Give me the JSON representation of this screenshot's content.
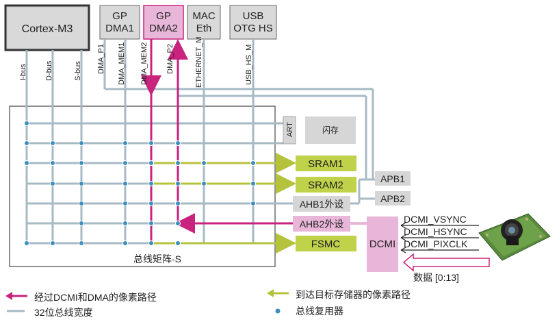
{
  "masters": {
    "cortex": "Cortex-M3",
    "gpdma1": [
      "GP",
      "DMA1"
    ],
    "gpdma2": [
      "GP",
      "DMA2"
    ],
    "mac": [
      "MAC",
      "Eth"
    ],
    "usb": [
      "USB",
      "OTG HS"
    ]
  },
  "buses": {
    "ibus": "I-bus",
    "dbus": "D-bus",
    "sbus": "S-bus",
    "dma_p1": "DMA_P1",
    "dma_mem1": "DMA_MEM1",
    "dma_mem2": "DMA_MEM2",
    "dma_p2": "DMA_P2",
    "ethernet_m": "ETHERNET_M",
    "usb_hs_m": "USB_HS_M"
  },
  "matrix_label": "总线矩阵-S",
  "slaves": {
    "art": "ART",
    "flash": "闪存",
    "sram1": "SRAM1",
    "sram2": "SRAM2",
    "ahb1": "AHB1外设",
    "ahb2": "AHB2外设",
    "fsmc": "FSMC",
    "apb1": "APB1",
    "apb2": "APB2"
  },
  "dcmi": {
    "block": "DCMI",
    "vsync": "DCMI_VSYNC",
    "hsync": "DCMI_HSYNC",
    "pixclk": "DCMI_PIXCLK",
    "data": "数据 [0:13]"
  },
  "legend": {
    "magenta": "经过DCMI和DMA的像素路径",
    "green": "到达目标存储器的像素路径",
    "gray": "32位总线宽度",
    "dot": "总线复用器"
  },
  "colors": {
    "magenta": "#c8237d",
    "green": "#b5c23c",
    "gray": "#a7bac4",
    "dot": "#3d8fc0",
    "pink_fill": "#e8b6d8",
    "green_fill": "#bfd24a",
    "gray_fill": "#d6d6d6"
  }
}
